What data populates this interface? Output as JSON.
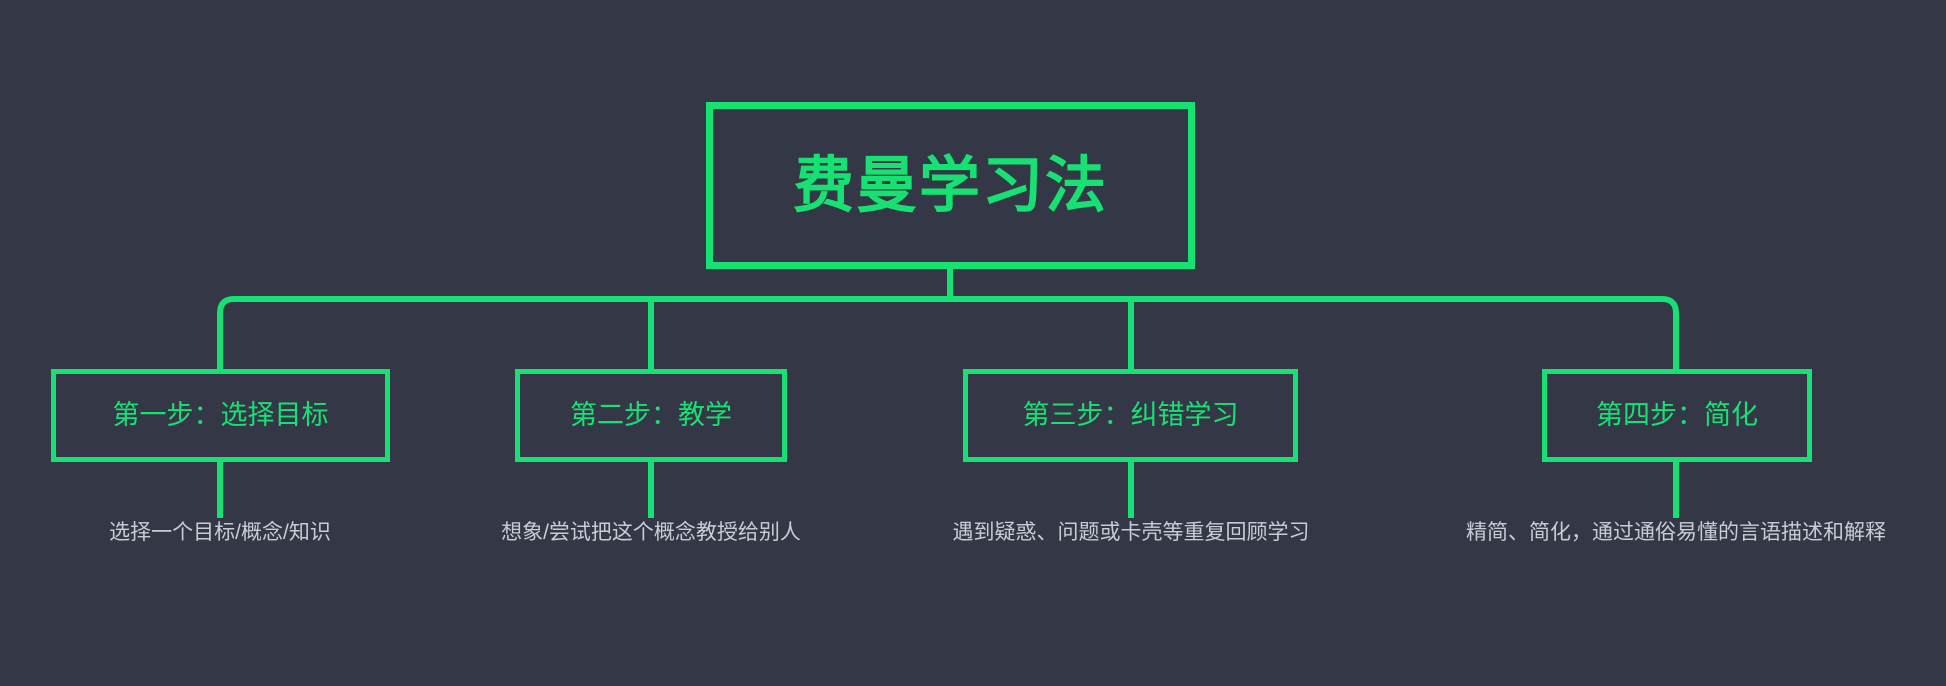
{
  "diagram": {
    "type": "mind-map-tree",
    "background_color": "#343746",
    "accent_color": "#18e173",
    "caption_color": "#c8ccd6",
    "root": {
      "label": "费曼学习法"
    },
    "steps": [
      {
        "label": "第一步：选择目标",
        "caption": "选择一个目标/概念/知识"
      },
      {
        "label": "第二步：教学",
        "caption": "想象/尝试把这个概念教授给别人"
      },
      {
        "label": "第三步：纠错学习",
        "caption": "遇到疑惑、问题或卡壳等重复回顾学习"
      },
      {
        "label": "第四步：简化",
        "caption": "精简、简化，通过通俗易懂的言语描述和解释"
      }
    ]
  }
}
